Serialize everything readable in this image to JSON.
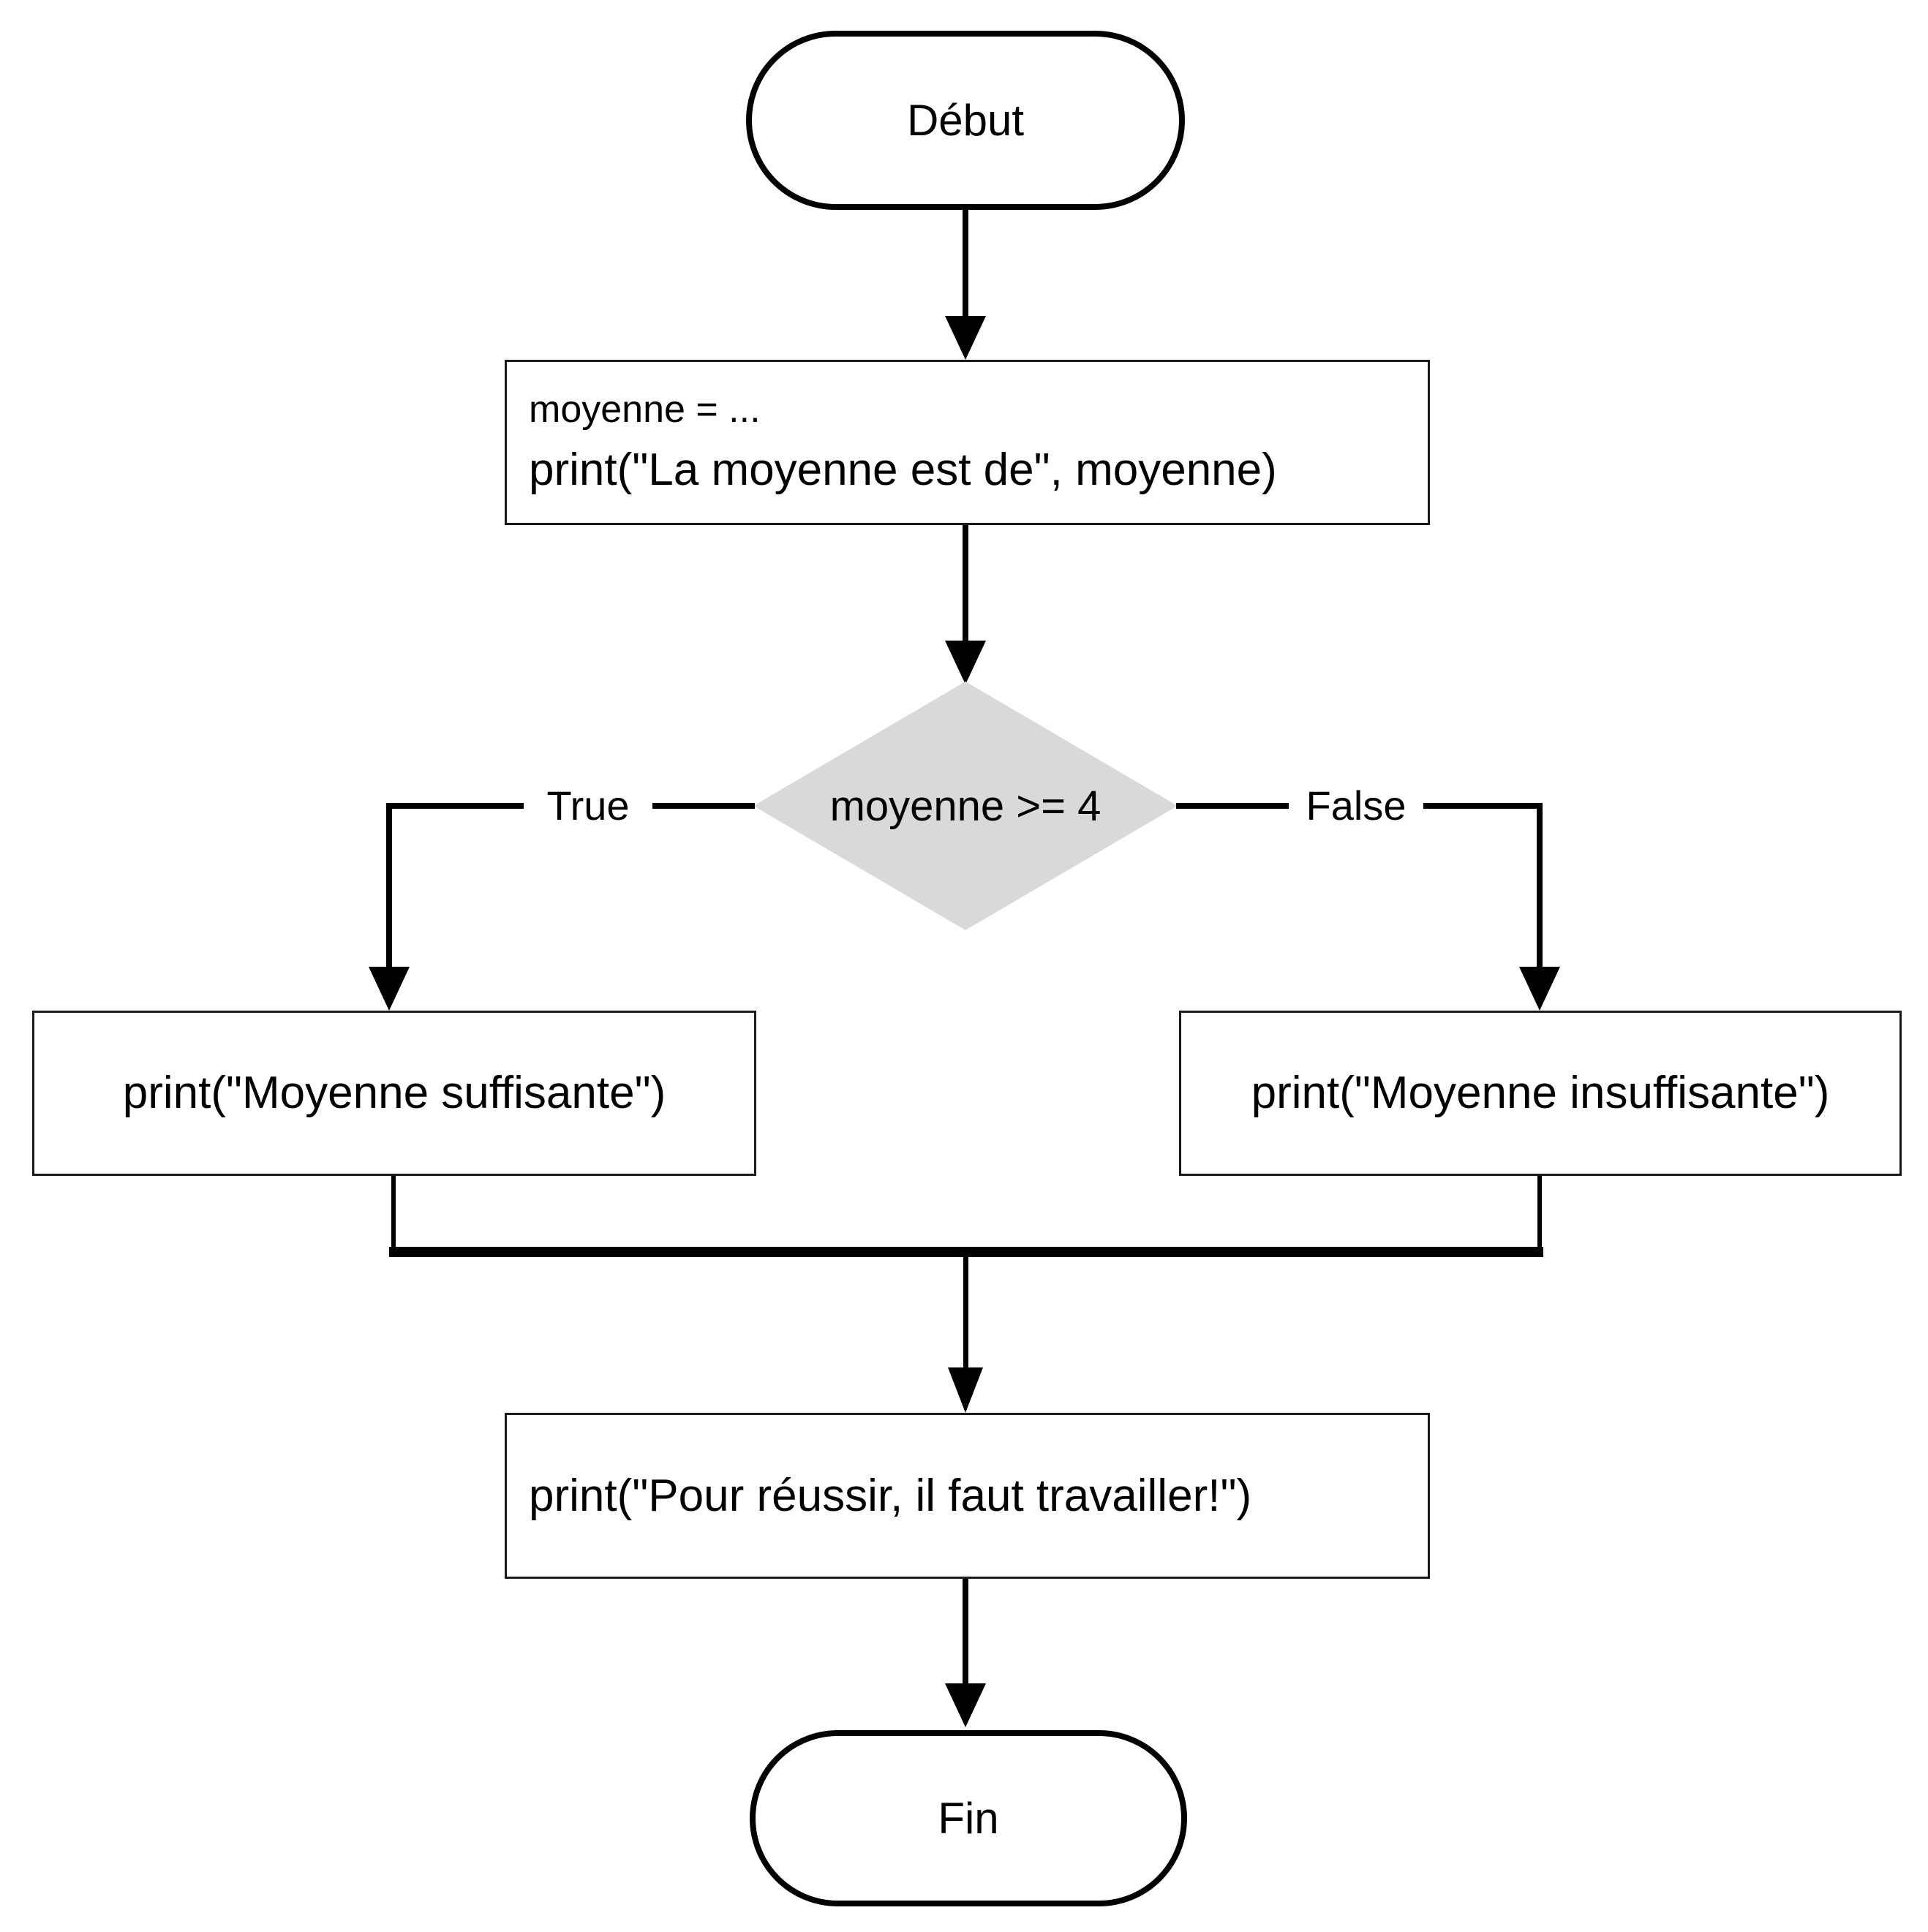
{
  "flowchart": {
    "start": {
      "label": "Début",
      "shape": "stadium"
    },
    "init": {
      "line1": "moyenne = ...",
      "line2": "print(\"La moyenne est de\", moyenne)",
      "shape": "rectangle"
    },
    "decision": {
      "label": "moyenne >= 4",
      "shape": "diamond"
    },
    "branch_true": {
      "edge_label": "True",
      "label": "print(\"Moyenne suffisante\")",
      "shape": "rectangle"
    },
    "branch_false": {
      "edge_label": "False",
      "label": "print(\"Moyenne insuffisante\")",
      "shape": "rectangle"
    },
    "final": {
      "label": "print(\"Pour réussir, il faut travailler!\")",
      "shape": "rectangle"
    },
    "end": {
      "label": "Fin",
      "shape": "stadium"
    },
    "colors": {
      "line": "#000000",
      "box_border": "#1a1a1a",
      "decision_fill": "#d9d9d9",
      "background": "#ffffff"
    }
  }
}
